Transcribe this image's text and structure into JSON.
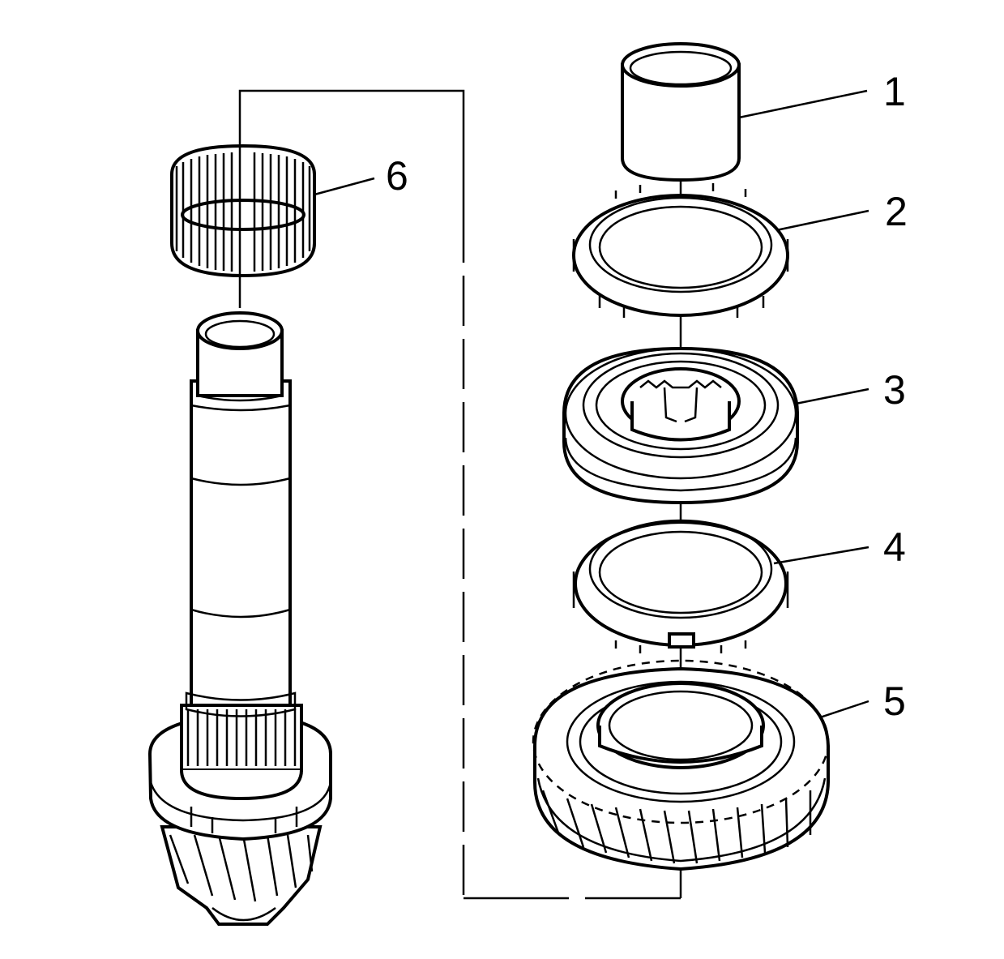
{
  "callouts": [
    {
      "id": 1,
      "label": "1"
    },
    {
      "id": 2,
      "label": "2"
    },
    {
      "id": 3,
      "label": "3"
    },
    {
      "id": 4,
      "label": "4"
    },
    {
      "id": 5,
      "label": "5"
    },
    {
      "id": 6,
      "label": "6"
    }
  ],
  "colors": {
    "line": "#000000",
    "background": "#ffffff"
  }
}
